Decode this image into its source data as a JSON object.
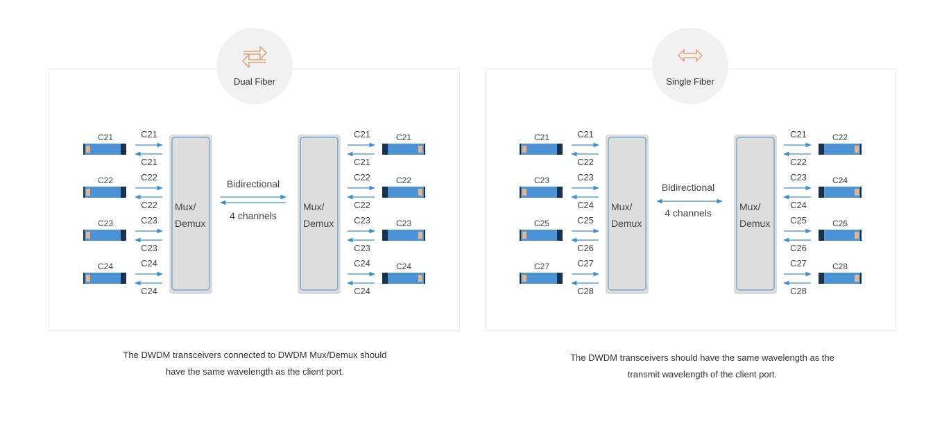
{
  "left": {
    "badge_label": "Dual Fiber",
    "badge_icon": "dual-arrows-icon",
    "link_top": "Bidirectional",
    "link_bottom": "4 channels",
    "mux_label": [
      "Mux/",
      "Demux"
    ],
    "caption_line1": "The DWDM transceivers connected to DWDM Mux/Demux should",
    "caption_line2": "have the same wavelength as the client port.",
    "rows": [
      {
        "left_module": "C21",
        "left_tx": "C21",
        "left_rx": "C21",
        "right_tx": "C21",
        "right_rx": "C21",
        "right_module": "C21"
      },
      {
        "left_module": "C22",
        "left_tx": "C22",
        "left_rx": "C22",
        "right_tx": "C22",
        "right_rx": "C22",
        "right_module": "C22"
      },
      {
        "left_module": "C23",
        "left_tx": "C23",
        "left_rx": "C23",
        "right_tx": "C23",
        "right_rx": "C23",
        "right_module": "C23"
      },
      {
        "left_module": "C24",
        "left_tx": "C24",
        "left_rx": "C24",
        "right_tx": "C24",
        "right_rx": "C24",
        "right_module": "C24"
      }
    ]
  },
  "right": {
    "badge_label": "Single Fiber",
    "badge_icon": "double-arrow-icon",
    "link_top": "Bidirectional",
    "link_bottom": "4 channels",
    "mux_label": [
      "Mux/",
      "Demux"
    ],
    "caption_line1": "The DWDM transceivers should have the same wavelength as the",
    "caption_line2": "transmit wavelength of the client port.",
    "rows": [
      {
        "left_module": "C21",
        "left_tx": "C21",
        "left_rx": "C22",
        "right_tx": "C21",
        "right_rx": "C22",
        "right_module": "C22"
      },
      {
        "left_module": "C23",
        "left_tx": "C23",
        "left_rx": "C24",
        "right_tx": "C23",
        "right_rx": "C24",
        "right_module": "C24"
      },
      {
        "left_module": "C25",
        "left_tx": "C25",
        "left_rx": "C26",
        "right_tx": "C25",
        "right_rx": "C26",
        "right_module": "C26"
      },
      {
        "left_module": "C27",
        "left_tx": "C27",
        "left_rx": "C28",
        "right_tx": "C27",
        "right_rx": "C28",
        "right_module": "C28"
      }
    ]
  },
  "colors": {
    "arrow": "#3a8fd0",
    "module": "#4b92d6",
    "module_dark": "#16324f",
    "module_tab": "#e8b48c",
    "mux_fill": "#dddddd",
    "mux_border": "#4b8fd0",
    "icon": "#d9a272"
  }
}
